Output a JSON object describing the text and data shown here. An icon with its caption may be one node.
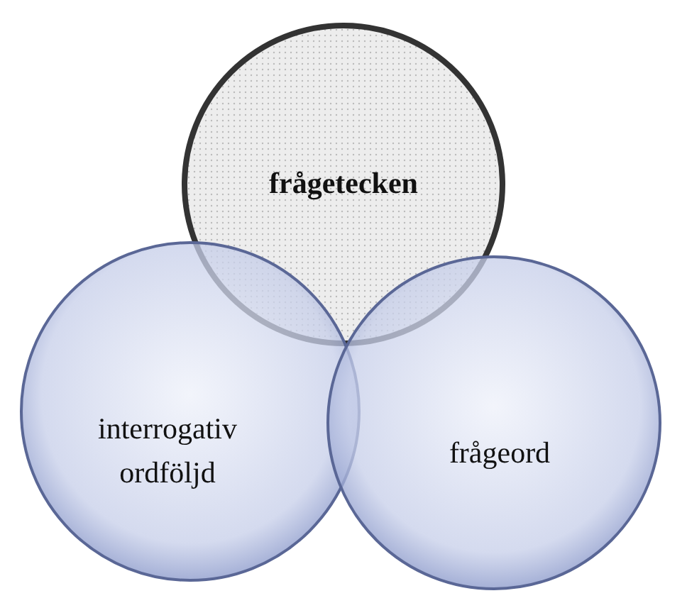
{
  "diagram": {
    "nodes": [
      {
        "text": [
          "frågetecken"
        ]
      },
      {
        "text": [
          "interrogativ ordföljd"
        ]
      },
      {
        "text": [
          "frågeord"
        ]
      }
    ]
  }
}
